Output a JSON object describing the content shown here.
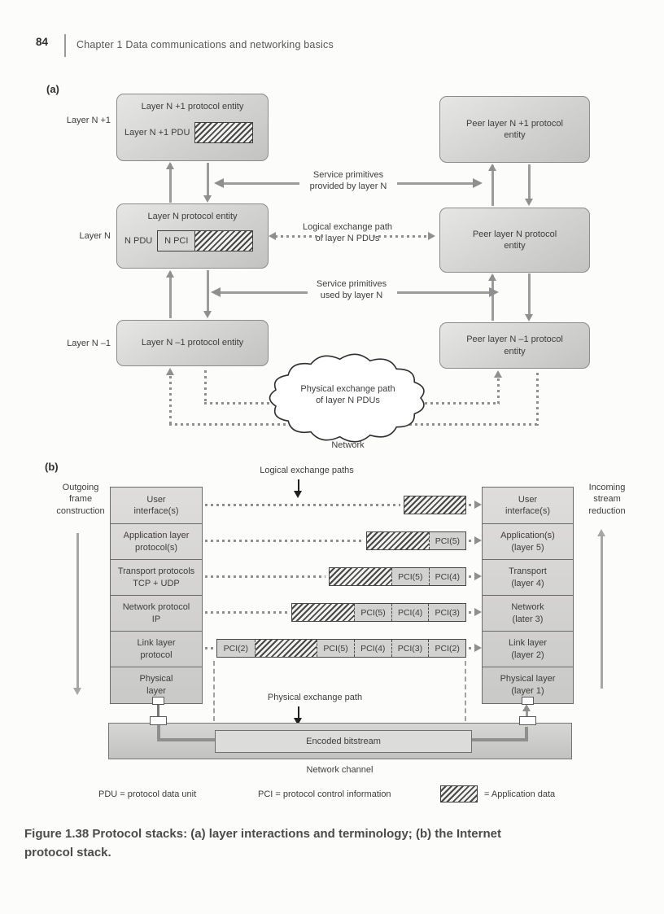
{
  "header": {
    "page_number": "84",
    "chapter": "Chapter 1  Data communications and networking basics"
  },
  "a": {
    "label": "(a)",
    "side1": "Layer N +1",
    "side2": "Layer N",
    "side3": "Layer N –1",
    "l1_title": "Layer N +1 protocol entity",
    "l1_pdu": "Layer N +1 PDU",
    "l2_title": "Layer N protocol entity",
    "l2_pdu": "N PDU",
    "l2_pci": "N PCI",
    "l3_title": "Layer N –1 protocol entity",
    "r1": "Peer layer N +1 protocol\nentity",
    "r2": "Peer layer N protocol\nentity",
    "r3": "Peer layer N –1 protocol\nentity",
    "sp_provided": "Service primitives\nprovided by layer N",
    "logical": "Logical exchange path\nof layer N PDUs",
    "sp_used": "Service primitives\nused by layer N",
    "cloud": "Physical exchange path\nof layer N PDUs",
    "network": "Network"
  },
  "b": {
    "label": "(b)",
    "logical_paths": "Logical exchange paths",
    "physical_path": "Physical exchange path",
    "outgoing": "Outgoing\nframe\nconstruction",
    "incoming": "Incoming\nstream\nreduction",
    "left_stack": [
      "User\ninterface(s)",
      "Application layer\nprotocol(s)",
      "Transport protocols\nTCP + UDP",
      "Network protocol\nIP",
      "Link layer\nprotocol",
      "Physical\nlayer"
    ],
    "right_stack": [
      "User\ninterface(s)",
      "Application(s)\n(layer 5)",
      "Transport\n(layer 4)",
      "Network\n(later 3)",
      "Link layer\n(layer 2)",
      "Physical layer\n(layer 1)"
    ],
    "pdu_rows": [
      [
        "data"
      ],
      [
        "data",
        "PCI(5)"
      ],
      [
        "data",
        "PCI(5)",
        "PCI(4)"
      ],
      [
        "data",
        "PCI(5)",
        "PCI(4)",
        "PCI(3)"
      ],
      [
        "PCI(2)",
        "data",
        "PCI(5)",
        "PCI(4)",
        "PCI(3)",
        "PCI(2)"
      ]
    ],
    "bitstream": "Encoded bitstream",
    "channel": "Network channel",
    "legend_pdu": "PDU = protocol data unit",
    "legend_pci": "PCI = protocol control information",
    "legend_app": "= Application data"
  },
  "caption": "Figure 1.38  Protocol stacks: (a) layer interactions and terminology; (b) the Internet\nprotocol stack."
}
